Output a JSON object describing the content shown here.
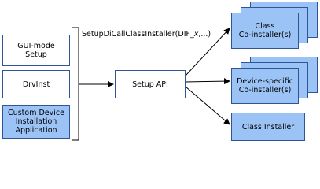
{
  "callers": [
    {
      "label": "GUI-mode\nSetup"
    },
    {
      "label": "DrvInst"
    },
    {
      "label": "Custom Device\nInstallation\nApplication"
    }
  ],
  "call": {
    "function": "SetupDiCallClassInstaller(DIF_",
    "param": "x",
    "rest": ",...)"
  },
  "setup_api": {
    "label": "Setup  API"
  },
  "targets": [
    {
      "label": "Class\nCo-installer(s)"
    },
    {
      "label": "Device-specific\nCo-installer(s)"
    },
    {
      "label": "Class Installer"
    }
  ],
  "colors": {
    "box_fill": "#9cc3f5",
    "box_border": "#2f5597",
    "line": "#000000"
  }
}
